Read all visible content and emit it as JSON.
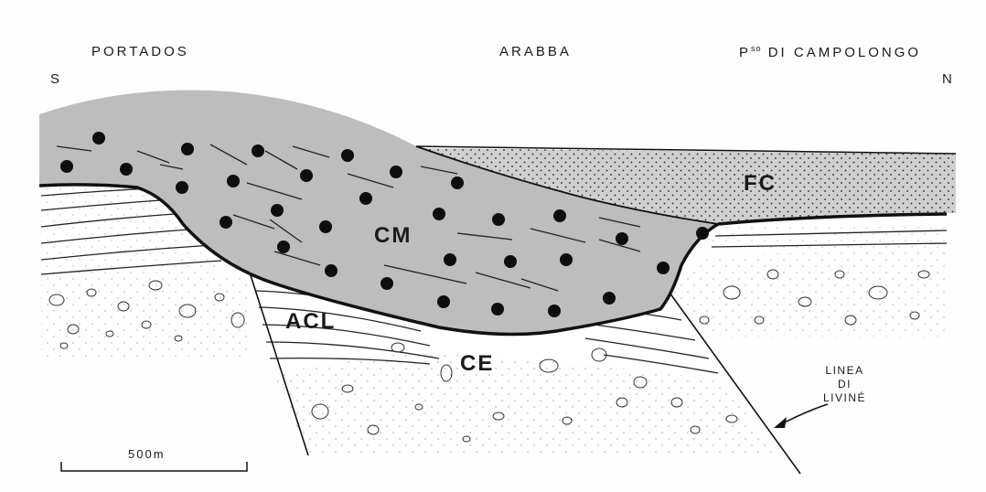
{
  "locations": {
    "left": "PORTADOS",
    "center": "ARABBA",
    "right_prefix": "P",
    "right_superscript": "so",
    "right_name": "DI CAMPOLONGO"
  },
  "directions": {
    "south": "S",
    "north": "N"
  },
  "units": {
    "cm": "CM",
    "fc": "FC",
    "acl": "ACL",
    "ce": "CE"
  },
  "fault": {
    "line1": "LINEA",
    "line2": "DI",
    "line3": "LIVINÉ"
  },
  "scale": {
    "label": "500m"
  },
  "colors": {
    "cm_fill": "#bdbdbd",
    "fc_fill": "#cfcfcf",
    "line": "#111111",
    "paper": "#fefefe"
  }
}
